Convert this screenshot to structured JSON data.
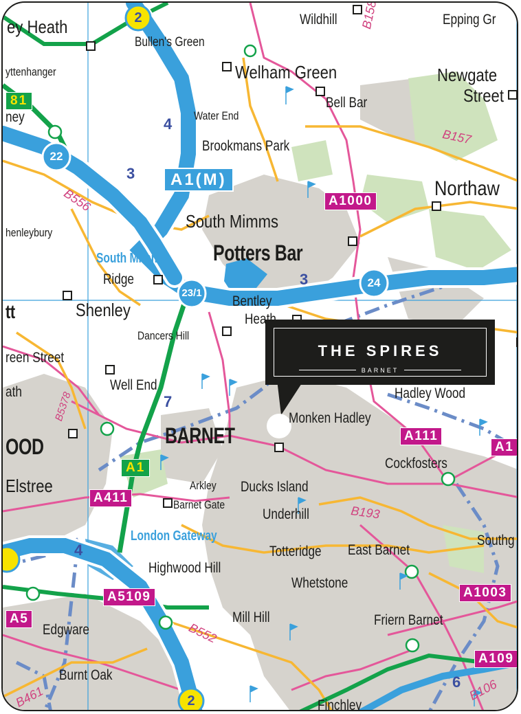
{
  "callout": {
    "title": "THE SPIRES",
    "subtitle": "BARNET"
  },
  "places": {
    "wildhill": "Wildhill",
    "epping_green": "Epping Gr",
    "colney_heath": "ey Heath",
    "bullens_green": "Bullen's Green",
    "tyttenhanger": "yttenhanger",
    "welham_green": "Welham Green",
    "newgate_street_1": "Newgate",
    "newgate_street_2": "Street",
    "bell_bar": "Bell Bar",
    "water_end": "Water End",
    "london_colney": "ney",
    "brookmans_park": "Brookmans Park",
    "northaw": "Northaw",
    "south_mimms": "South Mimms",
    "shenleybury": "henleybury",
    "potters_bar": "Potters Bar",
    "south_mimms_services": "South Mimms",
    "ridge": "Ridge",
    "bentley_heath_1": "Bentley",
    "bentley_heath_2": "Heath",
    "shenley": "Shenley",
    "radlett": "tt",
    "dancers_hill": "Dancers Hill",
    "green_street": "reen Street",
    "well_end": "Well End",
    "elstree_heath": "ath",
    "hadley_wood": "Hadley Wood",
    "monken_hadley": "Monken Hadley",
    "borehamwood": "OOD",
    "barnet": "BARNET",
    "cockfosters": "Cockfosters",
    "elstree": "Elstree",
    "arkley": "Arkley",
    "ducks_island": "Ducks Island",
    "barnet_gate": "Barnet Gate",
    "underhill": "Underhill",
    "london_gateway": "London Gateway",
    "southgate": "Southg",
    "totteridge": "Totteridge",
    "east_barnet": "East Barnet",
    "highwood_hill": "Highwood Hill",
    "whetstone": "Whetstone",
    "mill_hill": "Mill Hill",
    "friern_barnet": "Friern Barnet",
    "edgware": "Edgware",
    "burnt_oak": "Burnt Oak",
    "finchley": "Finchley"
  },
  "roads": {
    "a1m": "A1(M)",
    "a1000": "A1000",
    "a111": "A111",
    "a1_green": "A1",
    "a411": "A411",
    "a5109": "A5109",
    "a1003": "A1003",
    "a109": "A109",
    "a5": "A5",
    "a1_edge": "A1",
    "a81": "81",
    "b158": "B158",
    "b157": "B157",
    "b556": "B556",
    "b5378": "B5378",
    "b193": "B193",
    "b552": "B552",
    "b461": "B461",
    "b106": "B106"
  },
  "junctions": {
    "j2_top": "2",
    "j22": "22",
    "j23": "23/1",
    "j24": "24",
    "j2_bottom": "2",
    "lane4a": "4",
    "lane3a": "3",
    "lane3b": "3",
    "lane7": "7",
    "lane4b": "4",
    "lane6": "6"
  },
  "colors": {
    "motorway": "#3aa0dc",
    "primary_road": "#13a24a",
    "a_road_shield": "#c2188a",
    "b_road": "#f7b733",
    "minor_road": "#e4579a",
    "urban_area": "#d6d3cd",
    "woodland": "#cfe3bd",
    "boundary": "#6b8cc7",
    "callout": "#1d1d1b"
  }
}
